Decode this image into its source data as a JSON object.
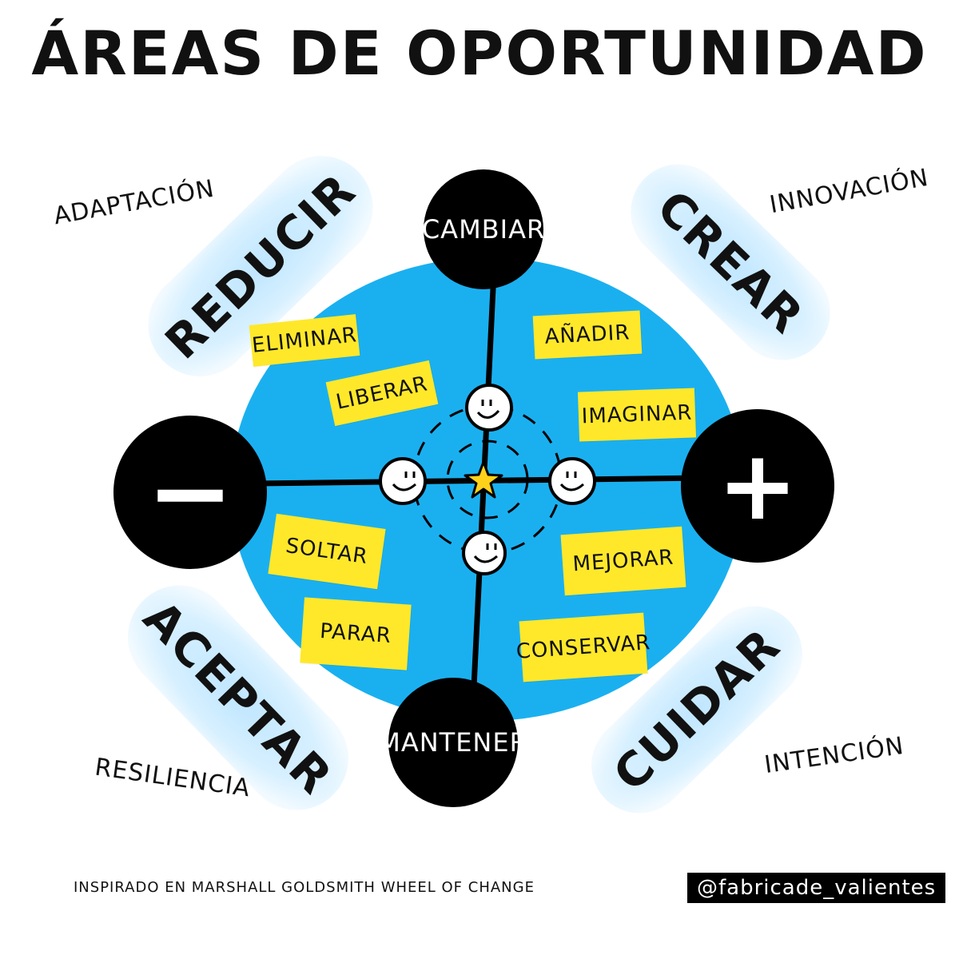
{
  "title": "ÁREAS DE OPORTUNIDAD",
  "corners": {
    "top_left": "ADAPTACIÓN",
    "top_right": "INNOVACIÓN",
    "bottom_left": "RESILIENCIA",
    "bottom_right": "INTENCIÓN"
  },
  "quadrant_labels": {
    "top_left": "REDUCIR",
    "top_right": "CREAR",
    "bottom_left": "ACEPTAR",
    "bottom_right": "CUIDAR"
  },
  "axis_nodes": {
    "top": "CAMBIAR",
    "bottom": "MANTENER",
    "left_symbol": "−",
    "right_symbol": "+"
  },
  "stickies": {
    "eliminar": "ELIMINAR",
    "liberar": "LIBERAR",
    "anadir": "AÑADIR",
    "imaginar": "IMAGINAR",
    "soltar": "SOLTAR",
    "parar": "PARAR",
    "mejorar": "MEJORAR",
    "conservar": "CONSERVAR"
  },
  "footer": {
    "credit": "INSPIRADO EN MARSHALL GOLDSMITH WHEEL OF CHANGE",
    "handle": "@fabricade_valientes"
  },
  "colors": {
    "circle_blue": "#1ab0f0",
    "sticky_yellow": "#ffe82a",
    "pill_blue": "#cdebff",
    "node_black": "#000000",
    "star_yellow": "#ffd21a"
  },
  "icons": [
    "smiley-face-icon",
    "star-icon"
  ]
}
